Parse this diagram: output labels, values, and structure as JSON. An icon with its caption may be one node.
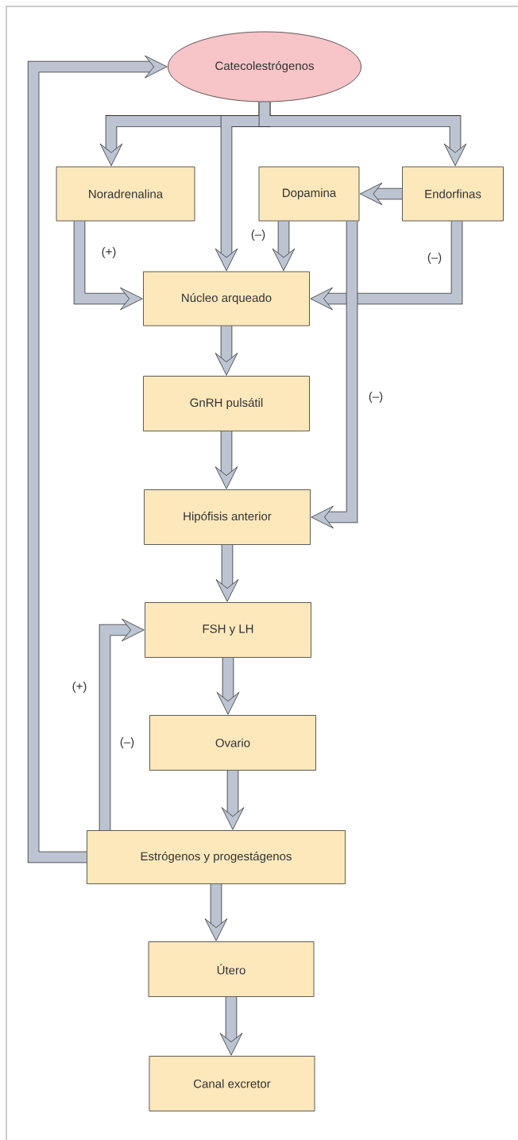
{
  "diagram": {
    "nodes": [
      {
        "text": [
          "Catecolestrógenos"
        ]
      },
      {
        "text": [
          "Noradrenalina"
        ]
      },
      {
        "text": [
          "Dopamina"
        ]
      },
      {
        "text": [
          "Endorfinas"
        ]
      },
      {
        "text": [
          "Núcleo arqueado"
        ]
      },
      {
        "text": [
          "GnRH pulsátil"
        ]
      },
      {
        "text": [
          "Hipófisis  anterior"
        ]
      },
      {
        "text": [
          "FSH y LH"
        ]
      },
      {
        "text": [
          "Ovario"
        ]
      },
      {
        "text": [
          "Estrógenos y progestágenos"
        ]
      },
      {
        "text": [
          "Útero"
        ]
      },
      {
        "text": [
          "Canal excretor"
        ]
      }
    ],
    "edges": [
      {
        "from": 0,
        "to": 1,
        "arrow": "to"
      },
      {
        "from": 0,
        "to": 4,
        "arrow": "to"
      },
      {
        "from": 0,
        "to": 3,
        "arrow": "to"
      },
      {
        "from": 3,
        "to": 2,
        "arrow": "to"
      },
      {
        "from": 1,
        "to": 4,
        "arrow": "to",
        "label": "(+)"
      },
      {
        "from": 2,
        "to": 4,
        "arrow": "to",
        "label": "(–)"
      },
      {
        "from": 3,
        "to": 4,
        "arrow": "to",
        "label": "(–)"
      },
      {
        "from": 2,
        "to": 6,
        "arrow": "to",
        "label": "(–)"
      },
      {
        "from": 4,
        "to": 5,
        "arrow": "to"
      },
      {
        "from": 5,
        "to": 6,
        "arrow": "to"
      },
      {
        "from": 6,
        "to": 7,
        "arrow": "to"
      },
      {
        "from": 7,
        "to": 8,
        "arrow": "to"
      },
      {
        "from": 8,
        "to": 9,
        "arrow": "to"
      },
      {
        "from": 9,
        "to": 10,
        "arrow": "to"
      },
      {
        "from": 10,
        "to": 11,
        "arrow": "to"
      },
      {
        "from": 9,
        "to": 0,
        "arrow": "to"
      },
      {
        "from": 9,
        "to": 7,
        "arrow": "to",
        "label": "(+)"
      }
    ],
    "labels": [
      "(–)"
    ]
  }
}
